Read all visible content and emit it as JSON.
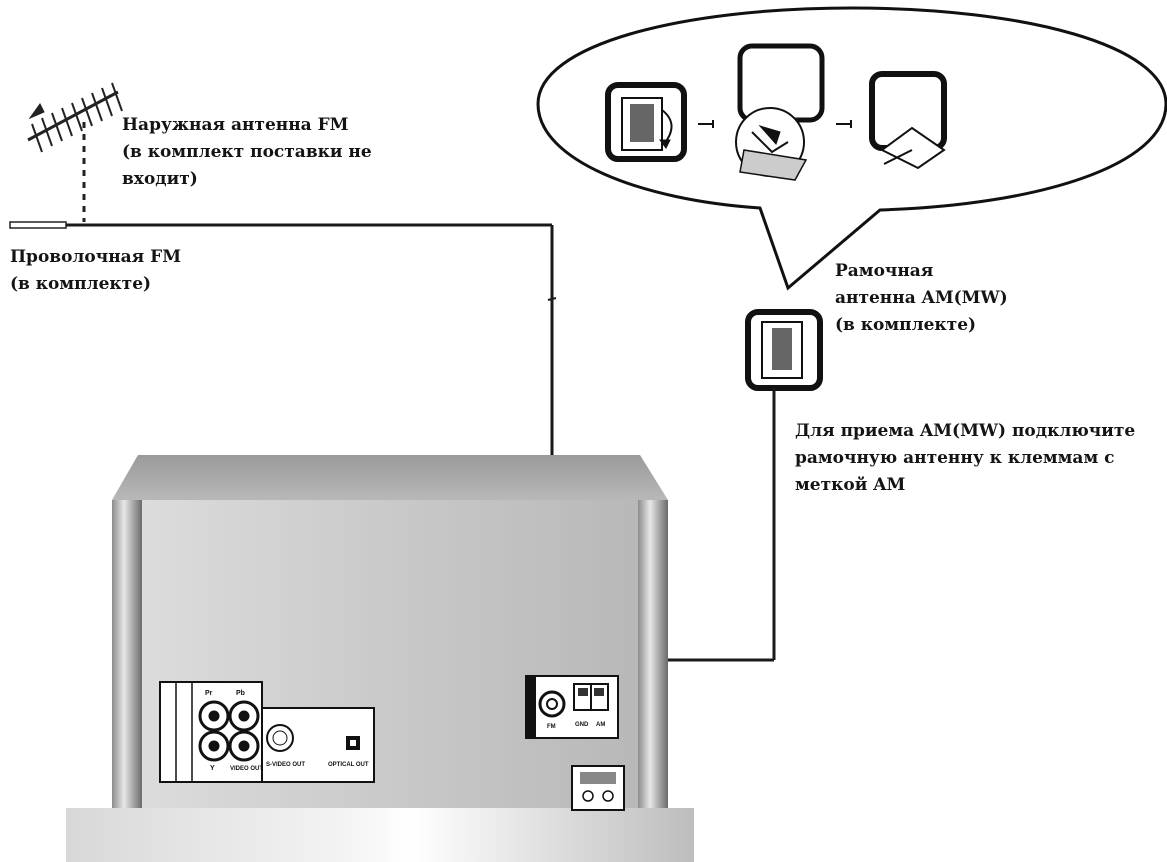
{
  "labels": {
    "outdoor_fm": [
      "Наружная антенна FM",
      "(в комплект поставки не",
      "входит)"
    ],
    "wire_fm": [
      "Проволочная FM",
      "(в комплекте)"
    ],
    "am_loop": [
      "Рамочная",
      "антенна AM(MW)",
      "(в комплекте)"
    ],
    "am_note": [
      "Для приема AM(MW) подключите",
      "рамочную антенну к клеммам с",
      "меткой AM"
    ]
  },
  "panel": {
    "jack_labels": {
      "pr": "Pr",
      "pb": "Pb",
      "y": "Y",
      "video_out": "VIDEO OUT",
      "svideo_out": "S-VIDEO OUT",
      "optical_out": "OPTICAL OUT",
      "fm": "FM",
      "gnd": "GND",
      "am": "AM"
    }
  },
  "colors": {
    "ink": "#141414",
    "device_body": "#c8c8c8",
    "device_top": "#aaaaaa",
    "cable": "#1a1a1a"
  }
}
